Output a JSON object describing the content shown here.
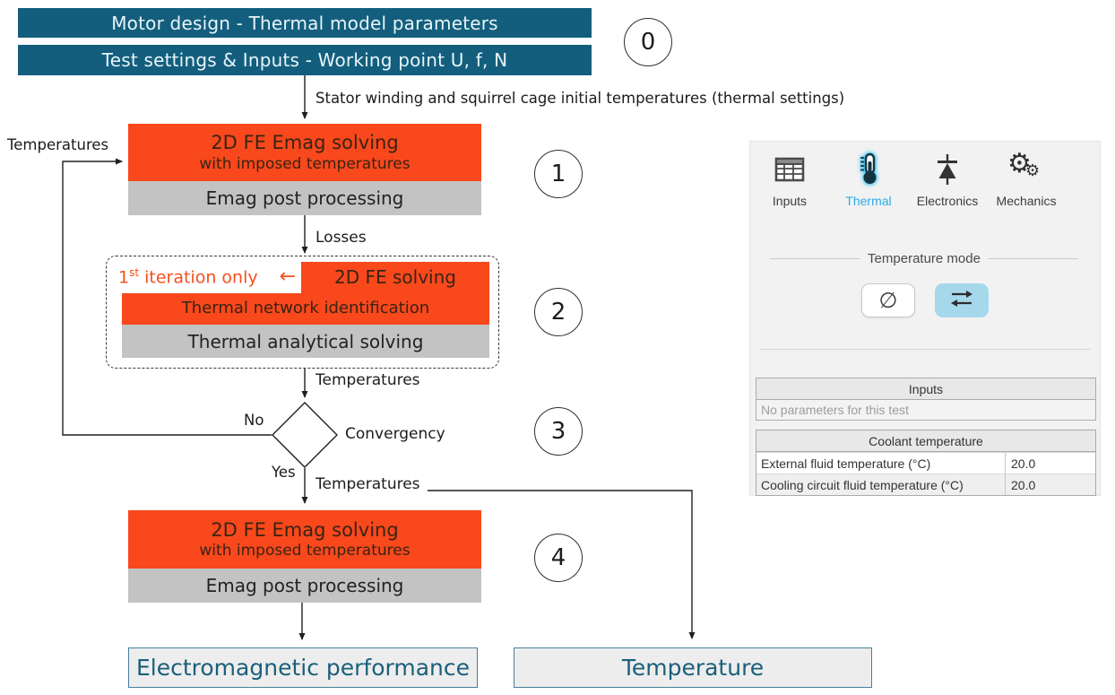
{
  "flowchart": {
    "bar1": "Motor design - Thermal model parameters",
    "bar2": "Test settings & Inputs - Working point U, f, N",
    "steps": {
      "s0": "0",
      "s1": "1",
      "s2": "2",
      "s3": "3",
      "s4": "4"
    },
    "initial_label": "Stator winding and squirrel cage initial temperatures (thermal settings)",
    "box1": {
      "title": "2D FE Emag solving",
      "subtitle": "with imposed temperatures",
      "post": "Emag post processing"
    },
    "losses": "Losses",
    "note": {
      "num": "1",
      "sup": "st",
      "rest": " iteration only",
      "arrow": "←"
    },
    "box2": {
      "fe": "2D FE solving",
      "network": "Thermal network identification",
      "analytical": "Thermal analytical solving"
    },
    "temp_after_box2": "Temperatures",
    "decision": {
      "no": "No",
      "label": "Convergency",
      "yes": "Yes"
    },
    "feedback_label": "Temperatures",
    "temp_after_yes": "Temperatures",
    "box4": {
      "title": "2D FE Emag solving",
      "subtitle": "with imposed temperatures",
      "post": "Emag post processing"
    },
    "result_left": "Electromagnetic performance",
    "result_right": "Temperature"
  },
  "panel": {
    "tabs": [
      {
        "label": "Inputs"
      },
      {
        "label": "Thermal"
      },
      {
        "label": "Electronics"
      },
      {
        "label": "Mechanics"
      }
    ],
    "active_tab": "Thermal",
    "mode": {
      "legend": "Temperature mode",
      "off_symbol": "∅"
    },
    "inputs_table": {
      "header": "Inputs",
      "empty": "No parameters for this test"
    },
    "coolant_table": {
      "header": "Coolant temperature",
      "rows": [
        {
          "label": "External fluid temperature (°C)",
          "value": "20.0"
        },
        {
          "label": "Cooling circuit fluid temperature (°C)",
          "value": "20.0"
        }
      ]
    },
    "gear_glyph": "⚙"
  },
  "colors": {
    "teal": "#135e7d",
    "orange": "#f8481c",
    "gray_box": "#c3c3c3",
    "thermal_cyan": "#2aabe2",
    "mode_active_bg": "#a6d8ec",
    "result_text": "#1b607b"
  }
}
